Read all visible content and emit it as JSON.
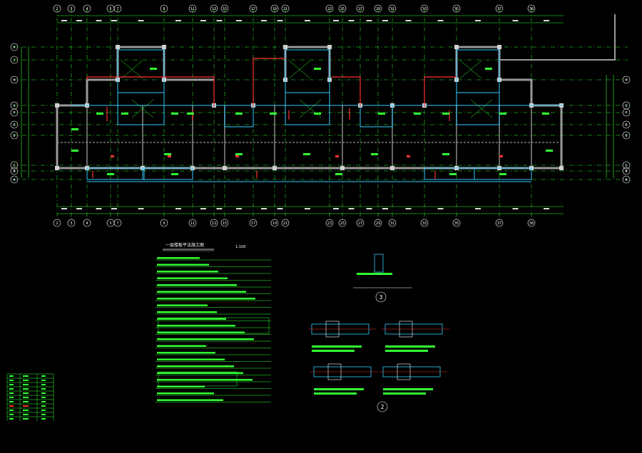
{
  "drawing": {
    "title": "一层楼板平法施工图",
    "scale": "1:100",
    "detail_3_label": "3",
    "detail_2_label": "2",
    "top_axis_labels": [
      "2",
      "3",
      "4",
      "5",
      "7",
      "9",
      "11",
      "13",
      "15",
      "17",
      "19",
      "21",
      "23",
      "25",
      "27",
      "29",
      "31",
      "33",
      "35",
      "37",
      "38"
    ],
    "bottom_axis_labels": [
      "2",
      "3",
      "4",
      "5",
      "7",
      "9",
      "11",
      "13",
      "15",
      "17",
      "19",
      "21",
      "23",
      "25",
      "27",
      "29",
      "31",
      "33",
      "35",
      "37",
      "38"
    ],
    "left_axis_labels": [
      "K",
      "J",
      "H",
      "G",
      "F",
      "E",
      "D",
      "C",
      "B",
      "A"
    ],
    "right_axis_labels": [
      "H",
      "G",
      "F",
      "E",
      "D",
      "C",
      "B",
      "A"
    ]
  },
  "colors": {
    "background": "#000000",
    "axis": "#33ff33",
    "wall": "#9a9a9a",
    "column": "#d0d0d0",
    "slab_edge": "#33ccff",
    "highlight": "#ff3333",
    "text": "#ffffff"
  }
}
